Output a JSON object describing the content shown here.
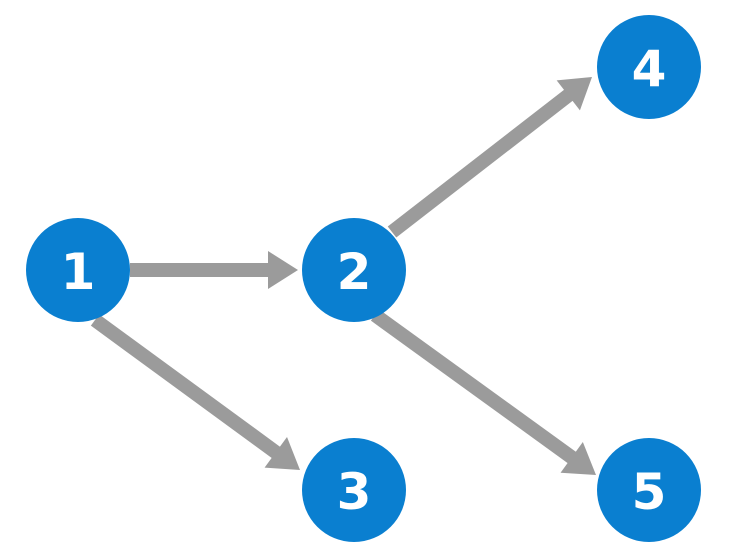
{
  "colors": {
    "node_fill": "#0a7fd0",
    "edge_color": "#9b9b9b",
    "label_color": "#ffffff",
    "background": "#ffffff"
  },
  "nodes": [
    {
      "id": "1",
      "label": "1"
    },
    {
      "id": "2",
      "label": "2"
    },
    {
      "id": "3",
      "label": "3"
    },
    {
      "id": "4",
      "label": "4"
    },
    {
      "id": "5",
      "label": "5"
    }
  ],
  "edges": [
    {
      "from": "1",
      "to": "2"
    },
    {
      "from": "1",
      "to": "3"
    },
    {
      "from": "2",
      "to": "4"
    },
    {
      "from": "2",
      "to": "5"
    }
  ]
}
